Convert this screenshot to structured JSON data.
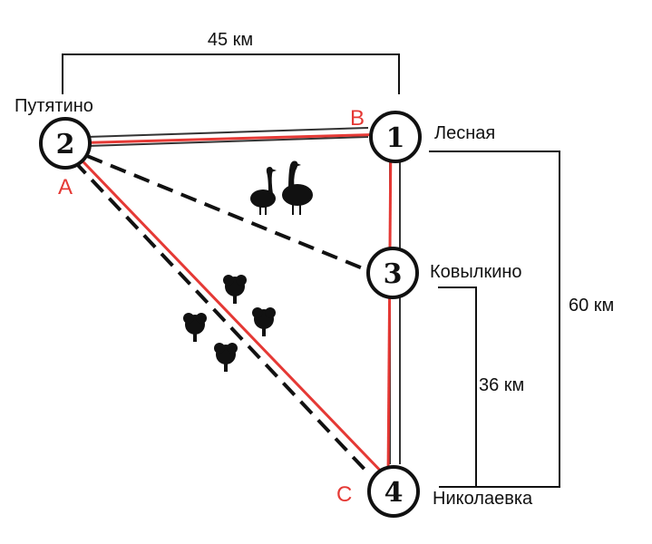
{
  "villages": {
    "putyatino": "Путятино",
    "lesnaya": "Лесная",
    "kovylkino": "Ковылкино",
    "nikolaevka": "Николаевка"
  },
  "nodes": {
    "n1": "1",
    "n2": "2",
    "n3": "3",
    "n4": "4"
  },
  "points": {
    "a": "A",
    "b": "B",
    "c": "C"
  },
  "distances": {
    "top": "45 км",
    "right": "60 км",
    "middle": "36 км"
  },
  "colors": {
    "route": "#e53935",
    "road": "#222222",
    "text": "#111111"
  },
  "icons": [
    "geese-icon",
    "tree-icon"
  ]
}
